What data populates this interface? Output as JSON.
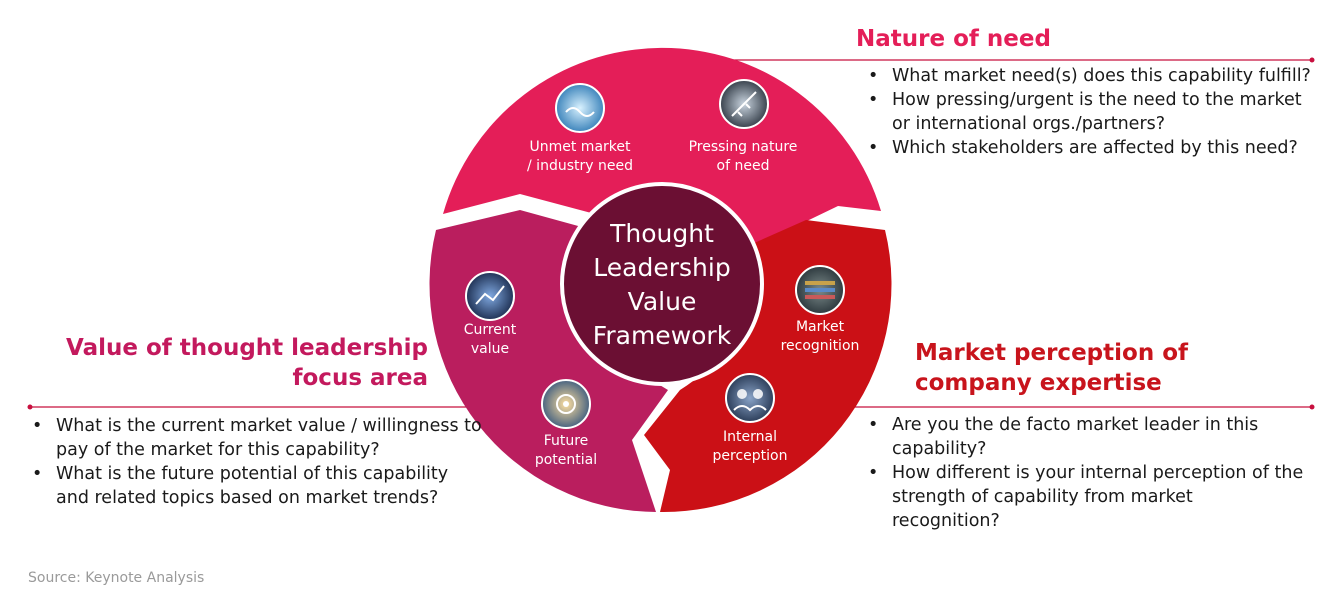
{
  "colors": {
    "nature": "#e41e58",
    "value": "#ba1e5e",
    "market": "#cb1016",
    "center": "#6b0f33",
    "heading_nature": "#e41e58",
    "heading_value": "#c3195d",
    "heading_market": "#c8141c",
    "line": "#c8103f"
  },
  "center": {
    "lines": [
      "Thought",
      "Leadership",
      "Value",
      "Framework"
    ]
  },
  "segments": {
    "nature": {
      "items": [
        {
          "label_lines": [
            "Unmet market",
            "/ industry need"
          ],
          "icon": "handshake-icon"
        },
        {
          "label_lines": [
            "Pressing nature",
            "of need"
          ],
          "icon": "pressing-need-icon"
        }
      ]
    },
    "value": {
      "items": [
        {
          "label_lines": [
            "Current",
            "value"
          ],
          "icon": "current-value-icon"
        },
        {
          "label_lines": [
            "Future",
            "potential"
          ],
          "icon": "future-potential-icon"
        }
      ]
    },
    "market": {
      "items": [
        {
          "label_lines": [
            "Market",
            "recognition"
          ],
          "icon": "market-recognition-icon"
        },
        {
          "label_lines": [
            "Internal",
            "perception"
          ],
          "icon": "internal-perception-icon"
        }
      ]
    }
  },
  "nature_of_need": {
    "heading": "Nature of need",
    "bullets": [
      "What market need(s) does this capability fulfill?",
      "How pressing/urgent is the need to the market or international orgs./partners?",
      "Which stakeholders are affected by this need?"
    ]
  },
  "value_focus": {
    "heading_lines": [
      "Value of thought leadership",
      "focus area"
    ],
    "bullets": [
      "What is the current market value / willingness to pay of the market for this capability?",
      "What is the future potential of this capability and related topics based on market trends?"
    ]
  },
  "market_perception": {
    "heading_lines": [
      "Market perception of",
      "company expertise"
    ],
    "bullets": [
      "Are you the de facto market leader in this capability?",
      "How different is your internal perception of the strength of capability from market recognition?"
    ]
  },
  "source": "Source: Keynote Analysis"
}
